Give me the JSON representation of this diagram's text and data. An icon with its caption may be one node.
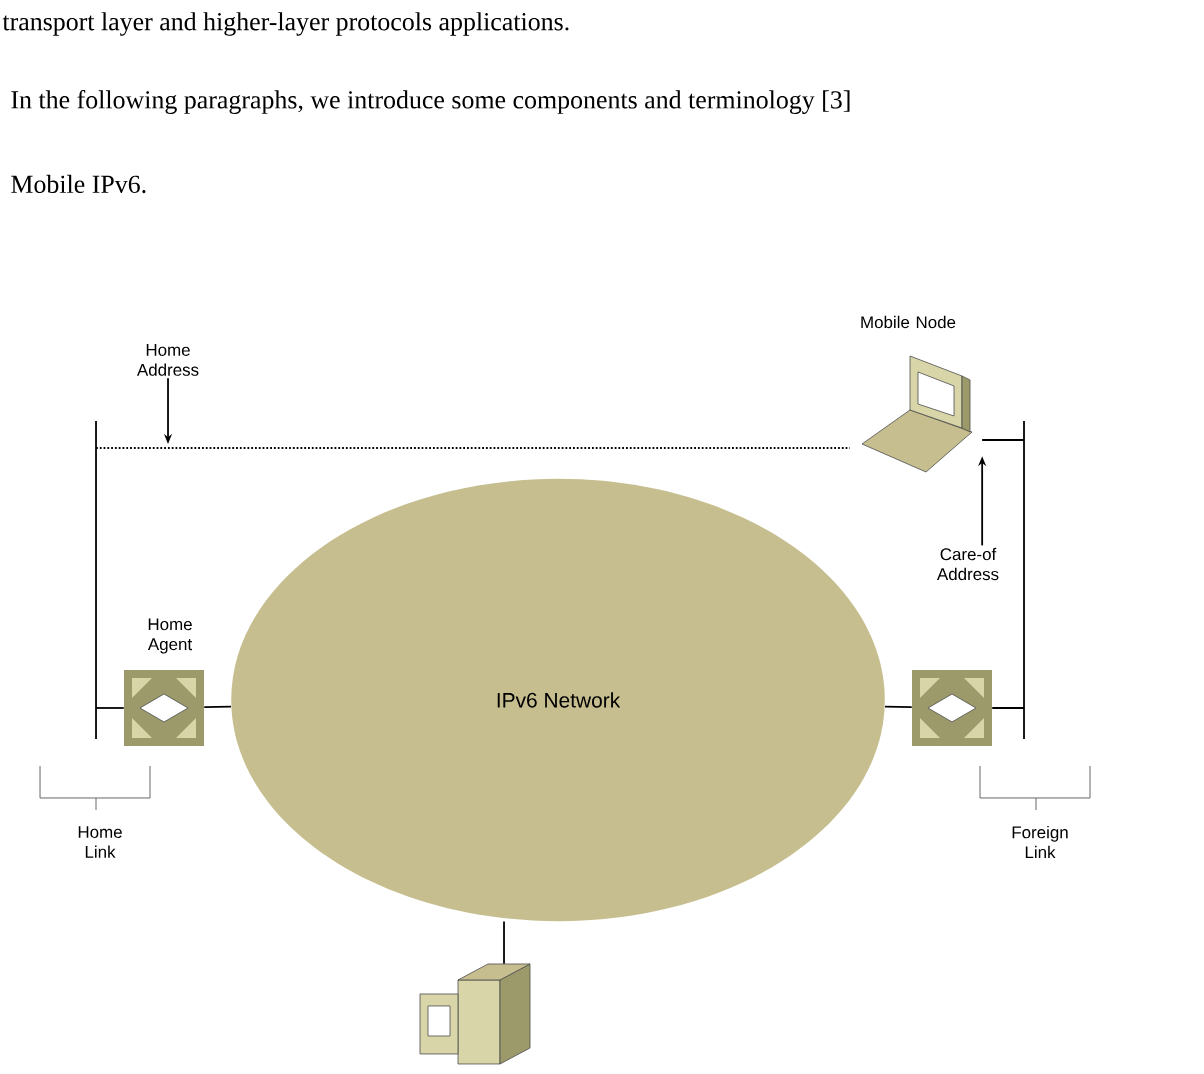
{
  "diagram": {
    "nodes": [
      {
        "text": [
          "Home Address"
        ]
      },
      {
        "text": [
          "Mobile Node"
        ]
      },
      {
        "text": [
          "Care-of Address"
        ]
      },
      {
        "text": [],
        "shape": "bar"
      },
      {
        "text": [],
        "shape": "bar"
      },
      {
        "text": [
          "Home Agent"
        ]
      },
      {
        "text": [
          "IPv6 Network"
        ]
      },
      {
        "text": [],
        "shape": "router"
      },
      {
        "text": [],
        "shape": "computer"
      }
    ],
    "edges": [
      {
        "from": 3,
        "to": 1,
        "arrow": "none",
        "style": "dashed"
      },
      {
        "from": 1,
        "to": 4,
        "arrow": "none"
      },
      {
        "from": 5,
        "to": 3,
        "arrow": "none"
      },
      {
        "from": 5,
        "to": 6,
        "arrow": "none"
      },
      {
        "from": 6,
        "to": 7,
        "arrow": "none"
      },
      {
        "from": 7,
        "to": 4,
        "arrow": "none"
      },
      {
        "from": 6,
        "to": 8,
        "arrow": "none"
      },
      {
        "from": 0,
        "to": null,
        "arrow": "to"
      },
      {
        "from": 2,
        "to": 1,
        "arrow": "to"
      }
    ],
    "labels": [
      "transport layer and higher-layer protocols applications.",
      "In the following paragraphs, we introduce some components and terminology [3]",
      "Mobile IPv6.",
      "Home Link",
      "Foreign Link"
    ]
  }
}
